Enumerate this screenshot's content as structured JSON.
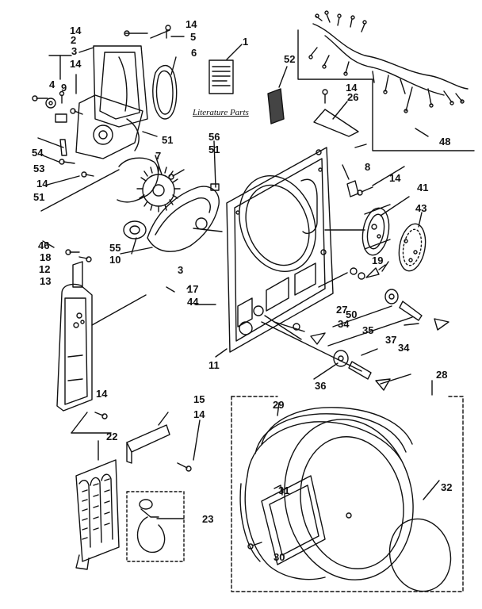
{
  "literature_label": "Literature Parts",
  "labels": {
    "l1": "1",
    "l2": "2",
    "l3a": "3",
    "l3b": "3",
    "l4": "4",
    "l5": "5",
    "l6": "6",
    "l7": "7",
    "l8": "8",
    "l9": "9",
    "l10": "10",
    "l11": "11",
    "l12": "12",
    "l13": "13",
    "l14a": "14",
    "l14b": "14",
    "l14c": "14",
    "l14d": "14",
    "l14e": "14",
    "l14f": "14",
    "l14g": "14",
    "l14h": "14",
    "l15": "15",
    "l17": "17",
    "l18": "18",
    "l19": "19",
    "l22": "22",
    "l23": "23",
    "l26": "26",
    "l27": "27",
    "l28": "28",
    "l29": "29",
    "l30": "30",
    "l31": "31",
    "l32": "32",
    "l34a": "34",
    "l34b": "34",
    "l35": "35",
    "l36": "36",
    "l37": "37",
    "l41": "41",
    "l43": "43",
    "l44": "44",
    "l46": "46",
    "l48": "48",
    "l50": "50",
    "l51a": "51",
    "l51b": "51",
    "l51c": "51",
    "l52": "52",
    "l53": "53",
    "l54": "54",
    "l55": "55",
    "l56": "56"
  }
}
